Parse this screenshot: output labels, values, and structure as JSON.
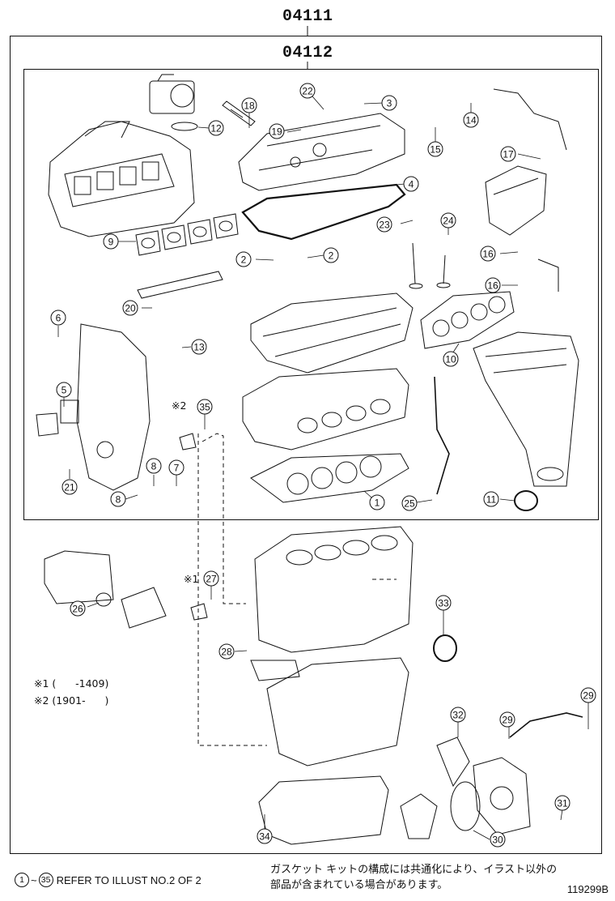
{
  "header": {
    "kit_outer_code": "04111",
    "kit_inner_code": "04112"
  },
  "callouts": [
    {
      "id": "c1",
      "label": "1"
    },
    {
      "id": "c2a",
      "label": "2"
    },
    {
      "id": "c2b",
      "label": "2"
    },
    {
      "id": "c3",
      "label": "3"
    },
    {
      "id": "c4",
      "label": "4"
    },
    {
      "id": "c5",
      "label": "5"
    },
    {
      "id": "c6",
      "label": "6"
    },
    {
      "id": "c7",
      "label": "7"
    },
    {
      "id": "c8a",
      "label": "8"
    },
    {
      "id": "c8b",
      "label": "8"
    },
    {
      "id": "c9",
      "label": "9"
    },
    {
      "id": "c10",
      "label": "10"
    },
    {
      "id": "c11",
      "label": "11"
    },
    {
      "id": "c12",
      "label": "12"
    },
    {
      "id": "c13",
      "label": "13"
    },
    {
      "id": "c14",
      "label": "14"
    },
    {
      "id": "c15",
      "label": "15"
    },
    {
      "id": "c16a",
      "label": "16"
    },
    {
      "id": "c16b",
      "label": "16"
    },
    {
      "id": "c17",
      "label": "17"
    },
    {
      "id": "c18",
      "label": "18"
    },
    {
      "id": "c19",
      "label": "19"
    },
    {
      "id": "c20",
      "label": "20"
    },
    {
      "id": "c21",
      "label": "21"
    },
    {
      "id": "c22",
      "label": "22"
    },
    {
      "id": "c23",
      "label": "23"
    },
    {
      "id": "c24",
      "label": "24"
    },
    {
      "id": "c25",
      "label": "25"
    },
    {
      "id": "c26",
      "label": "26"
    },
    {
      "id": "c27",
      "label": "27"
    },
    {
      "id": "c28",
      "label": "28"
    },
    {
      "id": "c29a",
      "label": "29"
    },
    {
      "id": "c29b",
      "label": "29"
    },
    {
      "id": "c30",
      "label": "30"
    },
    {
      "id": "c31",
      "label": "31"
    },
    {
      "id": "c32",
      "label": "32"
    },
    {
      "id": "c33",
      "label": "33"
    },
    {
      "id": "c34",
      "label": "34"
    },
    {
      "id": "c35",
      "label": "35"
    }
  ],
  "markers": {
    "mark2": "※2",
    "mark1": "※1"
  },
  "notes": {
    "note1": "※1 (      -1409)",
    "note2": "※2 (1901-      )"
  },
  "footer": {
    "range_start": "1",
    "range_sep": "~",
    "range_end": "35",
    "refer_text": "REFER TO ILLUST NO.2 OF 2",
    "jp_note": "ガスケット キットの構成には共通化により、イラスト以外の\n部品が含まれている場合があります。",
    "doc_id": "119299B"
  }
}
